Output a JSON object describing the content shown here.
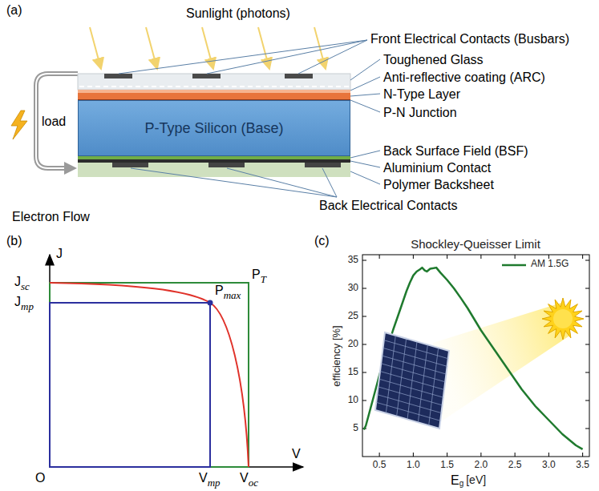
{
  "diagram": {
    "nodes": [
      {
        "text": [
          "P-Type Silicon (Base)"
        ]
      }
    ],
    "labels": [
      "(a)",
      "Sunlight (photons)",
      "Front Electrical Contacts (Busbars)",
      "Toughened Glass",
      "Anti-reflective coating (ARC)",
      "N-Type Layer",
      "P-N Junction",
      "Back Surface Field (BSF)",
      "Aluminium Contact",
      "Polymer Backsheet",
      "Back Electrical Contacts",
      "load",
      "Electron Flow",
      "(b)",
      "J",
      "J",
      "sc",
      "J",
      "mp",
      "P",
      "T",
      "P",
      "max",
      "O",
      "V",
      "mp",
      "V",
      "oc",
      "V",
      "(c)",
      "Shockley-Queisser Limit",
      "efficiency [%]",
      "E",
      "g",
      "[eV]",
      "5",
      "10",
      "15",
      "20",
      "25",
      "30",
      "35",
      "0.5",
      "1.0",
      "1.5",
      "2.0",
      "2.5",
      "3.0",
      "3.5"
    ],
    "legend": [
      {
        "text": "AM 1.5G"
      }
    ]
  }
}
